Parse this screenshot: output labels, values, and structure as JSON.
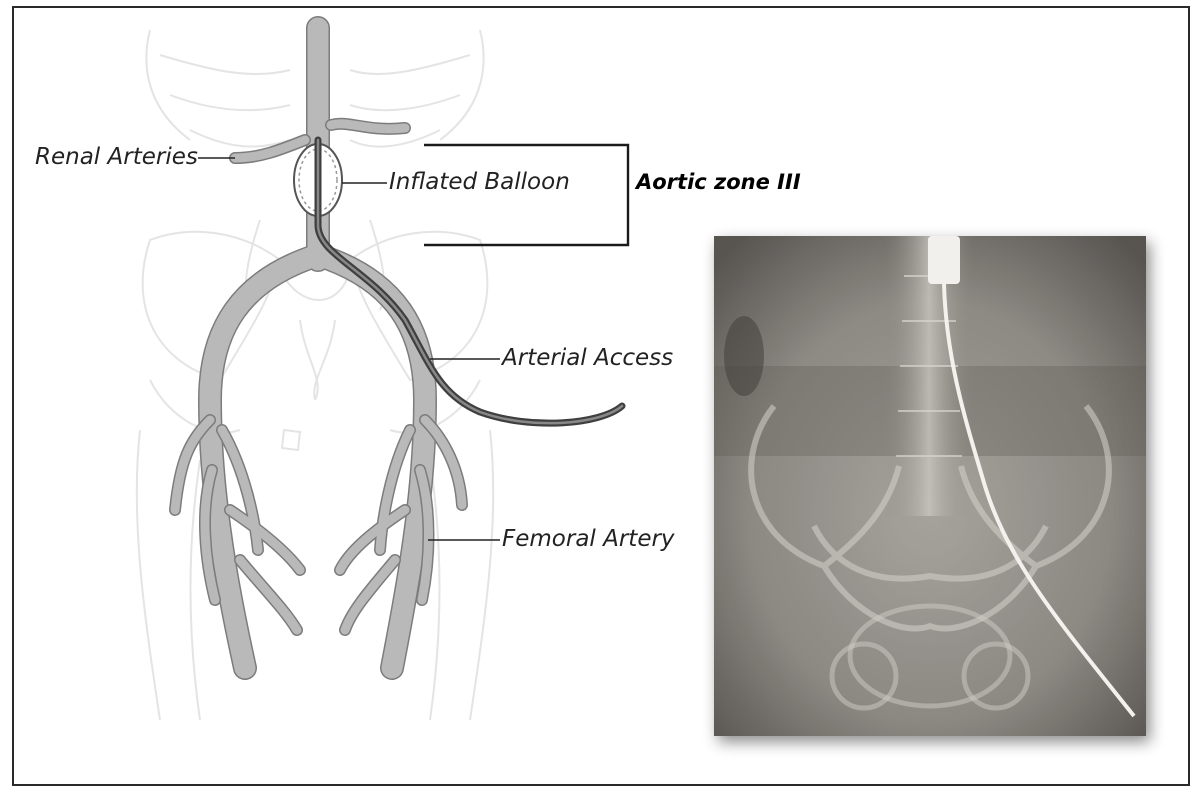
{
  "labels": {
    "renal": "Renal Arteries",
    "balloon": "Inflated Balloon",
    "access": "Arterial Access",
    "femoral": "Femoral Artery",
    "zone": "Aortic zone III"
  },
  "colors": {
    "artery": "#b8b8b8",
    "artery_outline": "#7c7c7c",
    "catheter": "#555555",
    "skeleton": "#e6e6e6",
    "xray_bg": "#7a7672"
  }
}
